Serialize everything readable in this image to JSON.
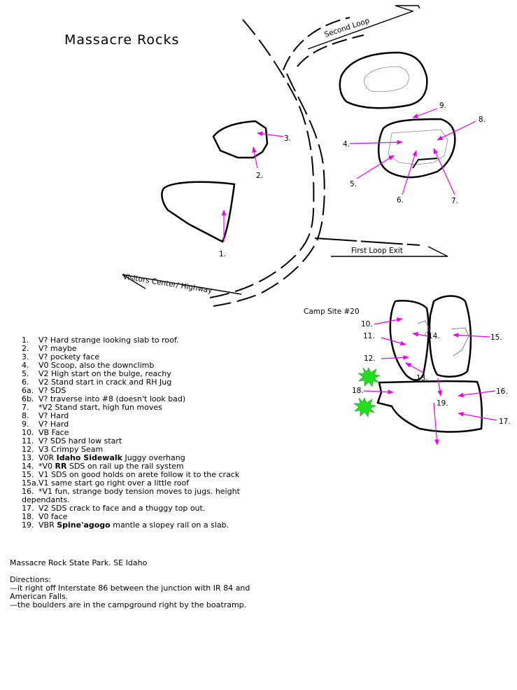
{
  "title": "Massacre Rocks",
  "roads": {
    "second_loop": "Second Loop",
    "first_loop_exit": "First Loop Exit",
    "visitors_center": "Visitors Center/ Highway"
  },
  "camp_site": "Camp Site #20",
  "map_labels": [
    "1.",
    "2.",
    "3.",
    "4.",
    "5.",
    "6.",
    "7.",
    "8.",
    "9.",
    "10.",
    "11.",
    "12.",
    "13.",
    "14.",
    "15.",
    "16.",
    "17.",
    "18.",
    "19."
  ],
  "colors": {
    "arrow": "#ee00ee",
    "tree": "#22dd22",
    "ink": "#000000"
  },
  "icons": [
    "tree-icon"
  ],
  "problems": [
    {
      "num": "1.",
      "pre": "V? Hard strange looking slab to roof."
    },
    {
      "num": "2.",
      "pre": "V? maybe"
    },
    {
      "num": "3.",
      "pre": "V? pockety face"
    },
    {
      "num": "4.",
      "pre": "V0 Scoop, also the downclimb"
    },
    {
      "num": "5.",
      "pre": "V2 High start on the bulge, reachy"
    },
    {
      "num": "6.",
      "pre": "V2 Stand start in crack and RH Jug"
    },
    {
      "num": "6a.",
      "pre": "V? SDS"
    },
    {
      "num": "6b.",
      "pre": "V? traverse into #8 (doesn't look bad)"
    },
    {
      "num": "7.",
      "pre": "*V2 Stand start, high fun moves"
    },
    {
      "num": "8.",
      "pre": "V? Hard"
    },
    {
      "num": "9.",
      "pre": "V? Hard"
    },
    {
      "num": "10.",
      "pre": "VB Face"
    },
    {
      "num": "11.",
      "pre": "V? SDS hard low start"
    },
    {
      "num": "12.",
      "pre": "V3 Crimpy Seam"
    },
    {
      "num": "13.",
      "pre": "V0R ",
      "bold": "Idaho Sidewalk",
      "post": " Juggy overhang"
    },
    {
      "num": "14.",
      "pre": "*V0 ",
      "bold": "RR",
      "post": " SDS on rail up the rail system"
    },
    {
      "num": "15.",
      "pre": "V1 SDS on good holds on arete follow it to the crack"
    },
    {
      "num": "15a.",
      "pre": "V1 same start go right over a little roof"
    },
    {
      "num": "16.",
      "pre": "*V1 fun, strange body tension moves to jugs. height"
    },
    {
      "num": "",
      "pre": "dependants.",
      "nonum": true
    },
    {
      "num": "17.",
      "pre": "V2 SDS crack to face and a thuggy top out."
    },
    {
      "num": "18.",
      "pre": "V0 face"
    },
    {
      "num": "19.",
      "pre": "VBR ",
      "bold": "Spine'agogo",
      "post": " mantle a slopey rail on a slab."
    }
  ],
  "footer": {
    "park": "Massacre Rock State Park. SE Idaho",
    "directions_heading": "Directions:",
    "directions": [
      "—it right off Interstate 86 between the junction with IR 84 and",
      "American Falls.",
      "—the boulders are in the campground right by the boatramp."
    ]
  }
}
